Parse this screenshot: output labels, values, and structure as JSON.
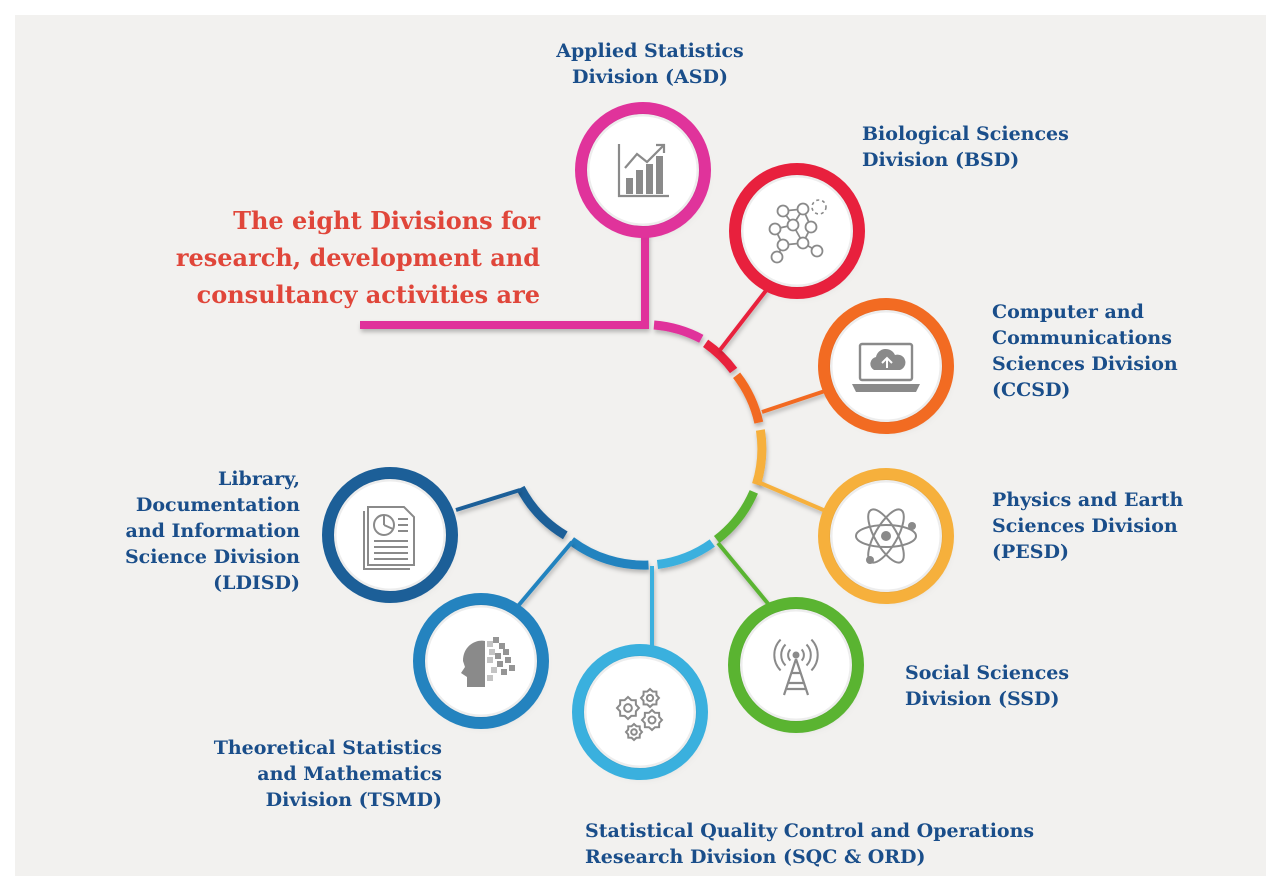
{
  "heading": {
    "line1": "The eight Divisions for",
    "line2": "research, development and",
    "line3": "consultancy activities are"
  },
  "colors": {
    "background": "#f2f1ef",
    "heading": "#e0463a",
    "label": "#1a4e8a",
    "icon": "#8a8a8a"
  },
  "divisions": [
    {
      "id": "asd",
      "color": "#e0339b",
      "icon": "bar-chart-icon",
      "lines": [
        "Applied Statistics",
        "Division (ASD)"
      ]
    },
    {
      "id": "bsd",
      "color": "#e8203d",
      "icon": "molecule-network-icon",
      "lines": [
        "Biological Sciences",
        "Division (BSD)"
      ]
    },
    {
      "id": "ccsd",
      "color": "#f26b22",
      "icon": "laptop-cloud-upload-icon",
      "lines": [
        "Computer and",
        "Communications",
        "Sciences Division",
        "(CCSD)"
      ]
    },
    {
      "id": "pesd",
      "color": "#f6b03c",
      "icon": "atom-icon",
      "lines": [
        "Physics and Earth",
        "Sciences Division",
        "(PESD)"
      ]
    },
    {
      "id": "ssd",
      "color": "#5ab431",
      "icon": "radio-tower-icon",
      "lines": [
        "Social Sciences",
        "Division (SSD)"
      ]
    },
    {
      "id": "sqcord",
      "color": "#3ab0de",
      "icon": "gears-icon",
      "lines": [
        "Statistical Quality Control and Operations",
        "Research Division (SQC & ORD)"
      ]
    },
    {
      "id": "tsmd",
      "color": "#2483bf",
      "icon": "head-pixels-icon",
      "lines": [
        "Theoretical Statistics",
        "and Mathematics",
        "Division (TSMD)"
      ]
    },
    {
      "id": "ldisd",
      "color": "#1c5f98",
      "icon": "document-report-icon",
      "lines": [
        "Library,",
        "Documentation",
        "and Information",
        "Science Division",
        "(LDISD)"
      ]
    }
  ]
}
